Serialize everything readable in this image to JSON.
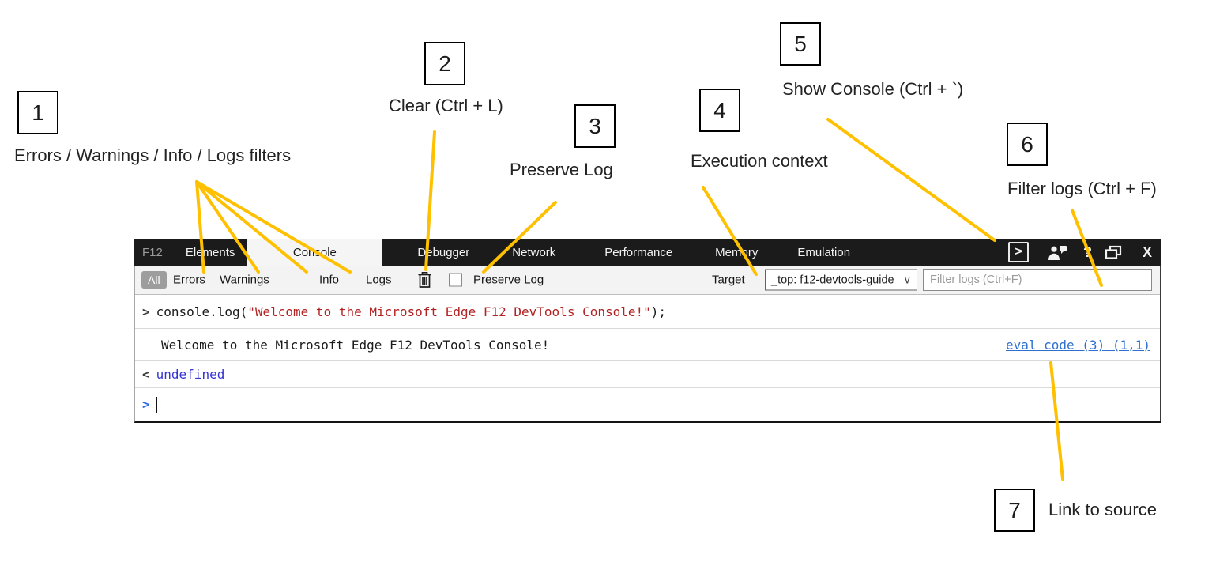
{
  "colors": {
    "callout_line": "#FFC000",
    "tabbar_bg": "#1b1b1b",
    "string_red": "#b22222",
    "result_blue": "#3434d6",
    "prompt_blue": "#2a6ae0",
    "link_blue": "#2e6fd0",
    "all_chip_bg": "#9d9d9d"
  },
  "callouts": [
    {
      "number": "1",
      "label": "Errors / Warnings / Info / Logs filters"
    },
    {
      "number": "2",
      "label": "Clear (Ctrl + L)"
    },
    {
      "number": "3",
      "label": "Preserve Log"
    },
    {
      "number": "4",
      "label": "Execution context"
    },
    {
      "number": "5",
      "label": "Show Console (Ctrl + `)"
    },
    {
      "number": "6",
      "label": "Filter logs (Ctrl + F)"
    },
    {
      "number": "7",
      "label": "Link to source"
    }
  ],
  "devtools": {
    "tabs": [
      {
        "label": "F12"
      },
      {
        "label": "Elements"
      },
      {
        "label": "Console",
        "active": true
      },
      {
        "label": "Debugger"
      },
      {
        "label": "Network"
      },
      {
        "label": "Performance"
      },
      {
        "label": "Memory"
      },
      {
        "label": "Emulation"
      }
    ],
    "titlebar": {
      "show_console_glyph": ">",
      "help_glyph": "?",
      "close_glyph": "X"
    },
    "toolbar": {
      "filters": [
        {
          "label": "All",
          "active": true
        },
        {
          "label": "Errors"
        },
        {
          "label": "Warnings"
        },
        {
          "label": "Info"
        },
        {
          "label": "Logs"
        }
      ],
      "preserve_log_label": "Preserve Log",
      "target_label": "Target",
      "target_value": "_top: f12-devtools-guide",
      "dropdown_chevron": "∨",
      "filter_placeholder": "Filter logs (Ctrl+F)"
    },
    "console": {
      "input_chevron": ">",
      "code": {
        "prefix": "console.log(",
        "string": "\"Welcome to the Microsoft Edge F12 DevTools Console!\"",
        "suffix": ");"
      },
      "log_message": "Welcome to the Microsoft Edge F12 DevTools Console!",
      "source_link": "eval code (3) (1,1)",
      "result_chevron": "<",
      "result_value": "undefined",
      "prompt_chevron": ">"
    }
  }
}
